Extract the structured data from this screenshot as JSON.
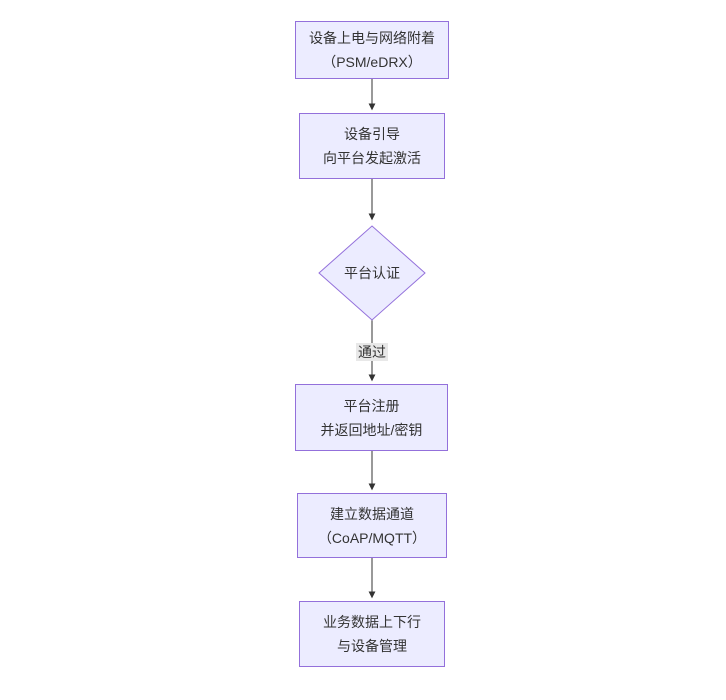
{
  "diagram": {
    "type": "flowchart",
    "direction": "top-down",
    "colors": {
      "canvas-bg": "#ffffff",
      "node-fill": "#ECECFF",
      "node-border": "#9370DB",
      "edge-color": "#333333",
      "text-color": "#333333",
      "label-bg": "#e8e8e8"
    },
    "nodes": [
      {
        "id": "power-attach",
        "shape": "rect",
        "line1": "设备上电与网络附着",
        "line2": "（PSM/eDRX）"
      },
      {
        "id": "bootstrap",
        "shape": "rect",
        "line1": "设备引导",
        "line2": "向平台发起激活"
      },
      {
        "id": "platform-auth",
        "shape": "diamond",
        "line1": "平台认证"
      },
      {
        "id": "platform-register",
        "shape": "rect",
        "line1": "平台注册",
        "line2": "并返回地址/密钥"
      },
      {
        "id": "data-channel",
        "shape": "rect",
        "line1": "建立数据通道",
        "line2": "（CoAP/MQTT）"
      },
      {
        "id": "business-data",
        "shape": "rect",
        "line1": "业务数据上下行",
        "line2": "与设备管理"
      }
    ],
    "edges": [
      {
        "from": "power-attach",
        "to": "bootstrap",
        "label": ""
      },
      {
        "from": "bootstrap",
        "to": "platform-auth",
        "label": ""
      },
      {
        "from": "platform-auth",
        "to": "platform-register",
        "label": "通过"
      },
      {
        "from": "platform-register",
        "to": "data-channel",
        "label": ""
      },
      {
        "from": "data-channel",
        "to": "business-data",
        "label": ""
      }
    ]
  }
}
